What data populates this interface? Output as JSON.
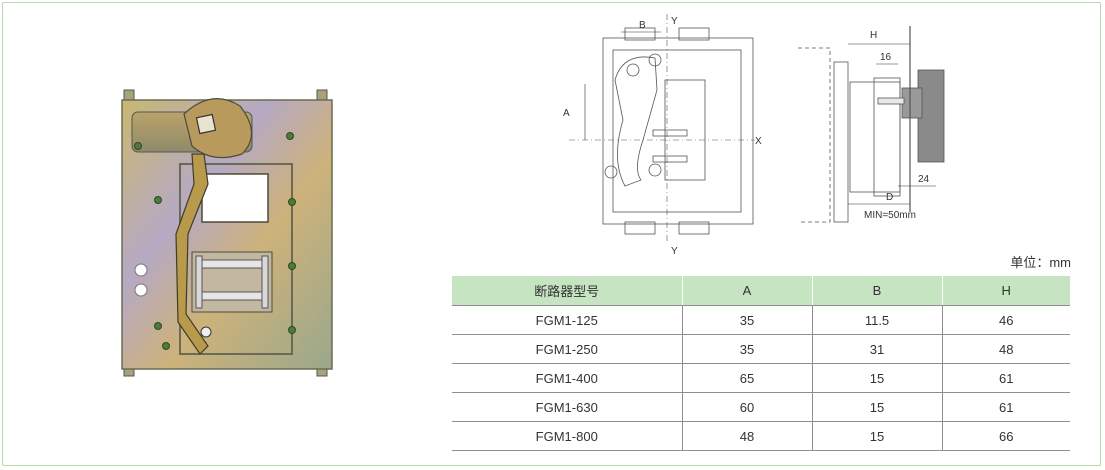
{
  "drawing": {
    "labels": {
      "B": "B",
      "Y": "Y",
      "A": "A",
      "X": "X",
      "H": "H",
      "d16": "16",
      "d24": "24",
      "D": "D",
      "min": "MIN=50mm"
    }
  },
  "unit_label": "单位：mm",
  "table": {
    "headers": [
      "断路器型号",
      "A",
      "B",
      "H"
    ],
    "rows": [
      [
        "FGM1-125",
        "35",
        "11.5",
        "46"
      ],
      [
        "FGM1-250",
        "35",
        "31",
        "48"
      ],
      [
        "FGM1-400",
        "65",
        "15",
        "61"
      ],
      [
        "FGM1-630",
        "60",
        "15",
        "61"
      ],
      [
        "FGM1-800",
        "48",
        "15",
        "66"
      ]
    ]
  }
}
